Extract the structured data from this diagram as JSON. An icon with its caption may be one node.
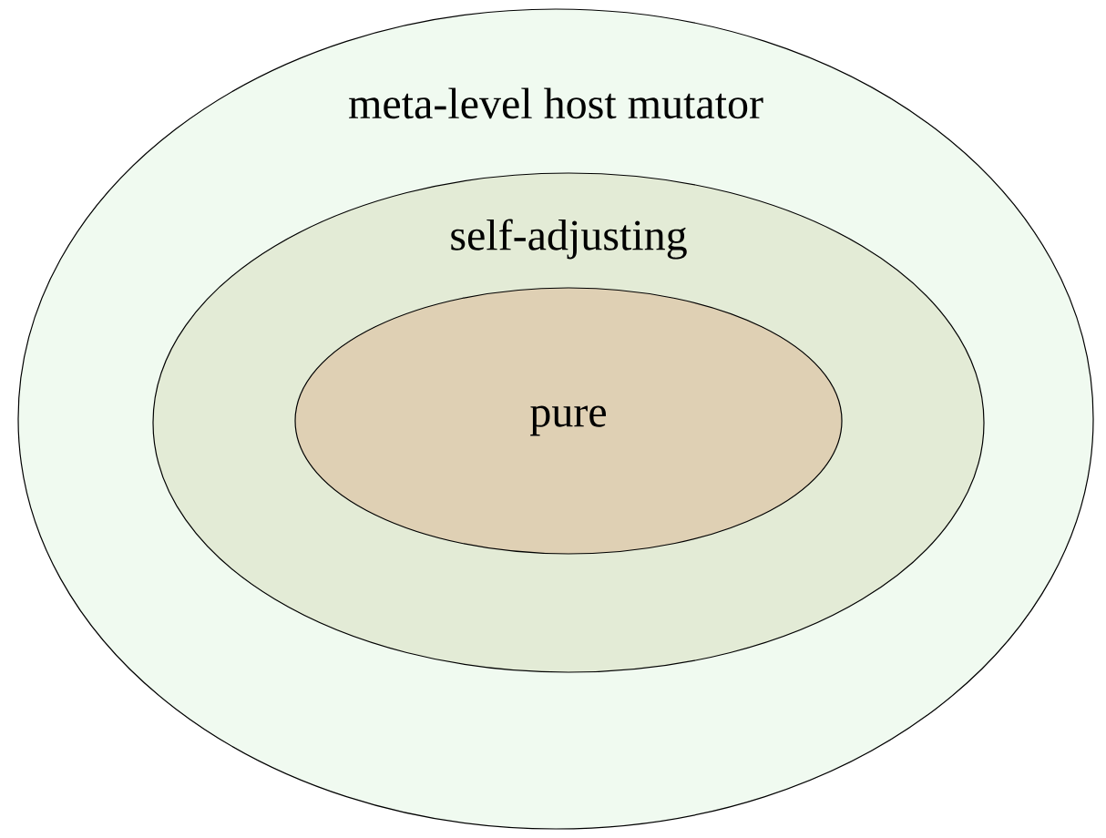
{
  "diagram": {
    "nodes": [
      {
        "text": [
          "meta-level host mutator"
        ]
      },
      {
        "text": [
          "self-adjusting"
        ],
        "in": 0
      },
      {
        "text": [
          "pure"
        ],
        "in": 1
      }
    ]
  }
}
